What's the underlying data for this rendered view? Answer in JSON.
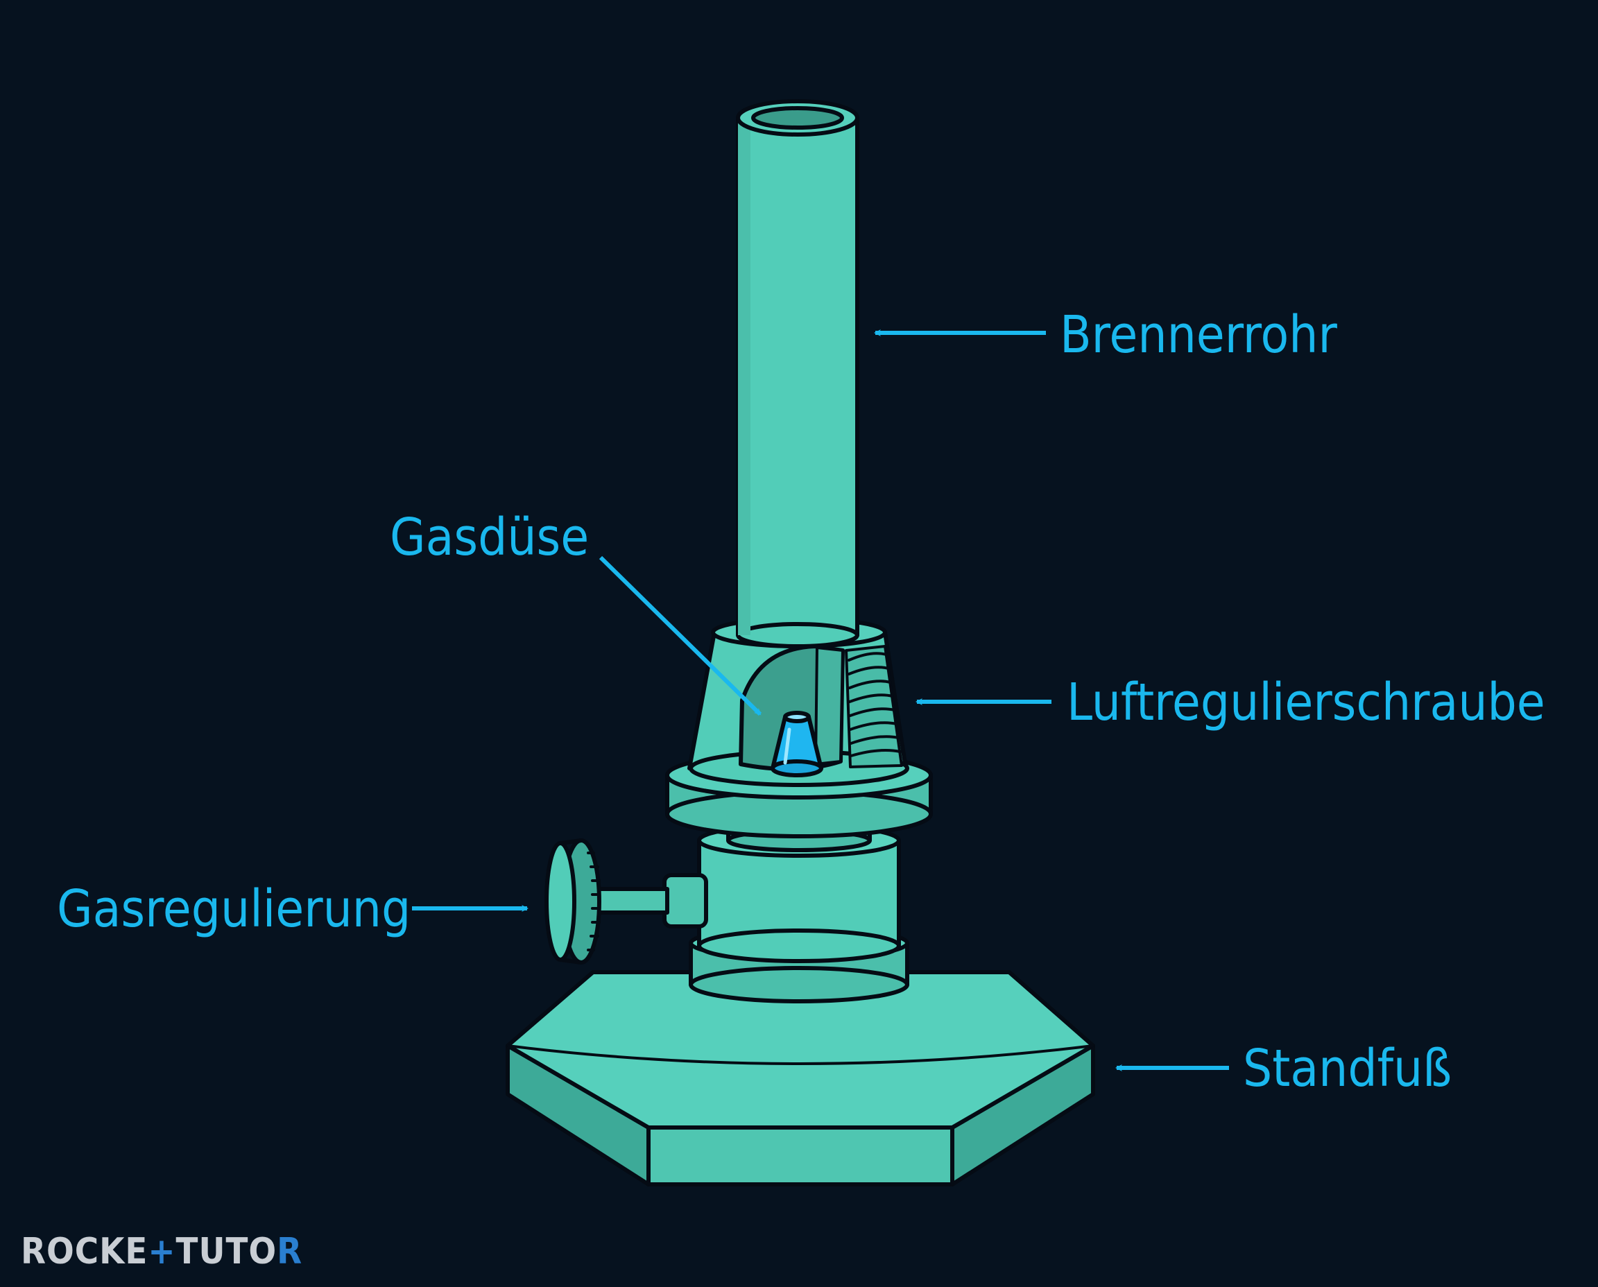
{
  "diagram": {
    "labels": {
      "brennerrohr": "Brennerrohr",
      "gasduese": "Gasdüse",
      "luftregulierschraube": "Luftregulierschraube",
      "gasregulierung": "Gasregulierung",
      "standfuss": "Standfuß"
    }
  },
  "brand": {
    "part1": "ROCKE",
    "part2": "TUTO",
    "part3": "R"
  },
  "colors": {
    "background": "#06121f",
    "body": "#52cdb8",
    "body_shade": "#3daa98",
    "outline": "#050b14",
    "label": "#1ab8ee",
    "nozzle": "#1fb6f0",
    "brand_grey": "#c9ced4",
    "brand_blue": "#2a7fd0"
  }
}
